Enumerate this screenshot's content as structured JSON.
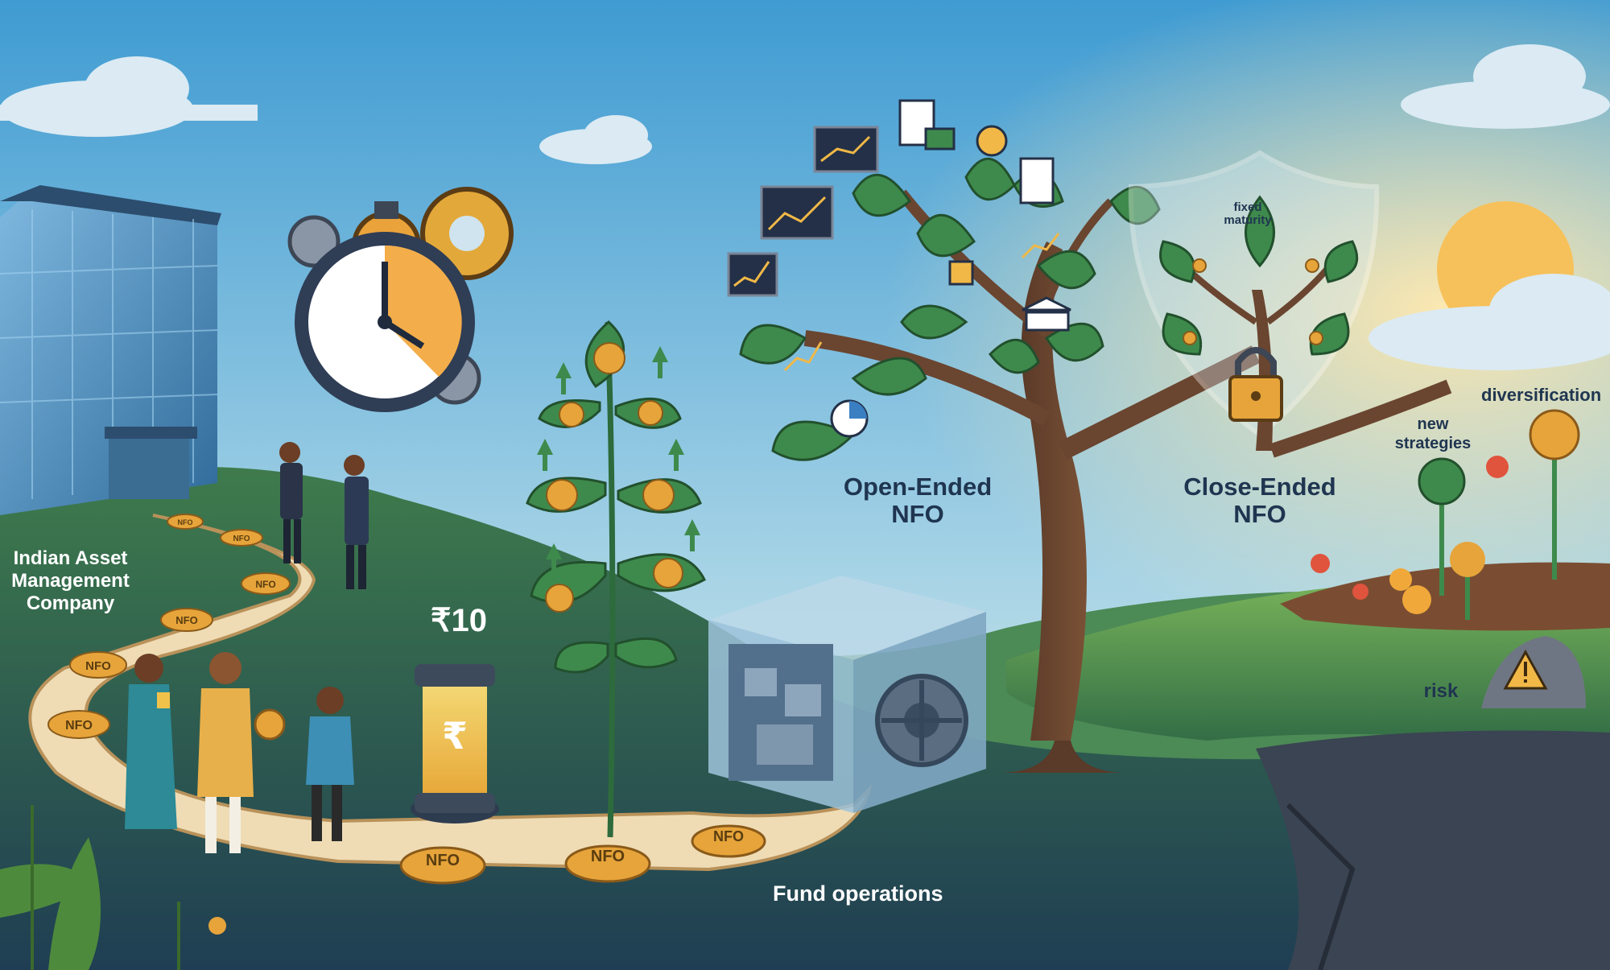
{
  "labels": {
    "amc": "Indian Asset\nManagement\nCompany",
    "open_ended": "Open-Ended\nNFO",
    "close_ended": "Close-Ended\nNFO",
    "fund_operations": "Fund operations",
    "rupee_price": "₹10",
    "fixed_maturity": "fixed\nmaturity",
    "diversification": "diversification",
    "new_strategies": "new\nstrategies",
    "risk": "risk"
  },
  "coin_text": "NFO",
  "icons": [
    "clock-icon",
    "gear-icon",
    "rupee-icon",
    "padlock-icon",
    "warning-icon",
    "bank-icon",
    "chart-icon",
    "pie-chart-icon",
    "document-icon",
    "shield-icon",
    "safe-vault-icon"
  ],
  "colors": {
    "sky_top": "#4fa7d8",
    "sky_bottom": "#cfe7ee",
    "sun": "#f6c15a",
    "hill_green": "#3f7a4a",
    "coin_gold": "#e6a43a",
    "leaf_green": "#3e8a4c",
    "path_beige": "#efdcb5"
  }
}
